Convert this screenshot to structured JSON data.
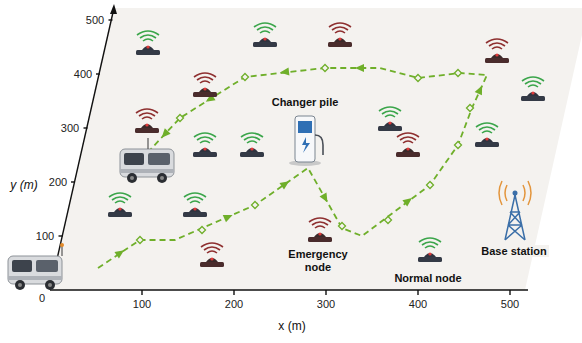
{
  "diagram": {
    "labels": [
      "500",
      "400",
      "300",
      "200",
      "100",
      "0",
      "y (m)",
      "100",
      "200",
      "300",
      "400",
      "500",
      "x (m)",
      "Changer pile",
      "Emergency node",
      "Normal node",
      "Base station"
    ]
  }
}
